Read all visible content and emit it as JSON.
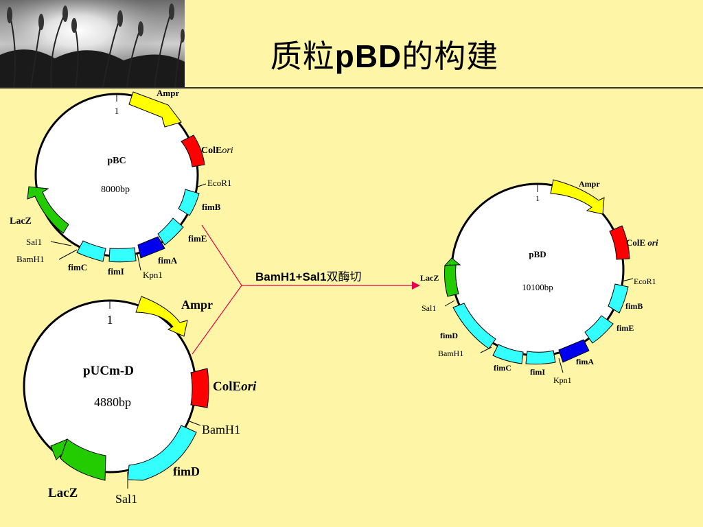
{
  "slide": {
    "title_pre": "质粒",
    "title_latin": "pBD",
    "title_post": "的构建",
    "colors": {
      "background": "#fef5a6",
      "ampr": "#ffff00",
      "colE": "#ff0000",
      "fim": "#33ffff",
      "fimA": "#0000ff",
      "lacZ": "#22cc00",
      "connector": "#e8004a"
    }
  },
  "photo": {
    "icon": "wheat-field-photo"
  },
  "plasmid_pbc": {
    "name": "pBC",
    "size": "8000bp",
    "start": "1",
    "ampr": "Ampr",
    "cole": "ColE",
    "ori": "ori",
    "ecor1": "EcoR1",
    "fimB": "fimB",
    "fimE": "fimE",
    "fimA": "fimA",
    "kpn1": "Kpn1",
    "fimI": "fimI",
    "fimC": "fimC",
    "bamh1": "BamH1",
    "sal1": "Sal1",
    "lacZ": "LacZ"
  },
  "plasmid_pucm": {
    "name": "pUCm-D",
    "size": "4880bp",
    "start": "1",
    "ampr": "Ampr",
    "cole": "ColE",
    "ori": "ori",
    "bamh1": "BamH1",
    "fimD": "fimD",
    "sal1": "Sal1",
    "lacZ": "LacZ"
  },
  "plasmid_pbd": {
    "name": "pBD",
    "size": "10100bp",
    "start": "1",
    "ampr": "Ampr",
    "cole": "ColE",
    "ori": "ori",
    "ecor1": "EcoR1",
    "fimB": "fimB",
    "fimE": "fimE",
    "fimA": "fimA",
    "kpn1": "Kpn1",
    "fimI": "fimI",
    "fimC": "fimC",
    "bamh1": "BamH1",
    "fimD": "fimD",
    "sal1": "Sal1",
    "lacZ": "LacZ"
  },
  "digest": {
    "enzymes": "BamH1+Sal1",
    "method": "双酶切"
  }
}
